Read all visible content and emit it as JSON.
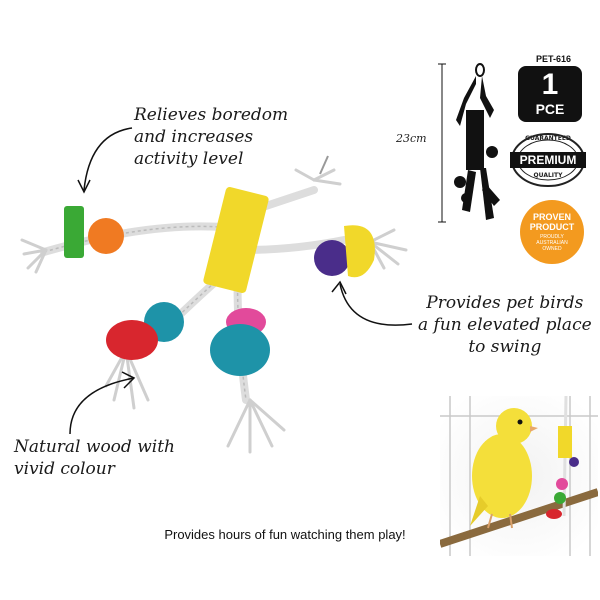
{
  "product_code": "PET-616",
  "quantity_badge": {
    "number": "1",
    "unit": "PCE"
  },
  "premium_badge": {
    "top": "GUARANTEED",
    "main": "PREMIUM",
    "bottom": "QUALITY"
  },
  "proven_badge": {
    "line1": "PROVEN",
    "line2": "PRODUCT",
    "line3": "PROUDLY",
    "line4": "AUSTRALIAN",
    "line5": "OWNED"
  },
  "dimension": "23cm",
  "callouts": {
    "boredom": [
      "Relieves boredom",
      "and increases",
      "activity level"
    ],
    "elevated": [
      "Provides pet birds",
      "a fun elevated place",
      "to swing"
    ],
    "wood": [
      "Natural wood with",
      "vivid colour"
    ]
  },
  "footer": "Provides hours of fun watching them play!",
  "colors": {
    "yellow": "#f1d82a",
    "green": "#3aa935",
    "orange": "#f07a22",
    "purple": "#4a2d8a",
    "red": "#d8262e",
    "teal": "#1e93a8",
    "pink": "#e24a9b",
    "badge_orange": "#f39a1f"
  }
}
